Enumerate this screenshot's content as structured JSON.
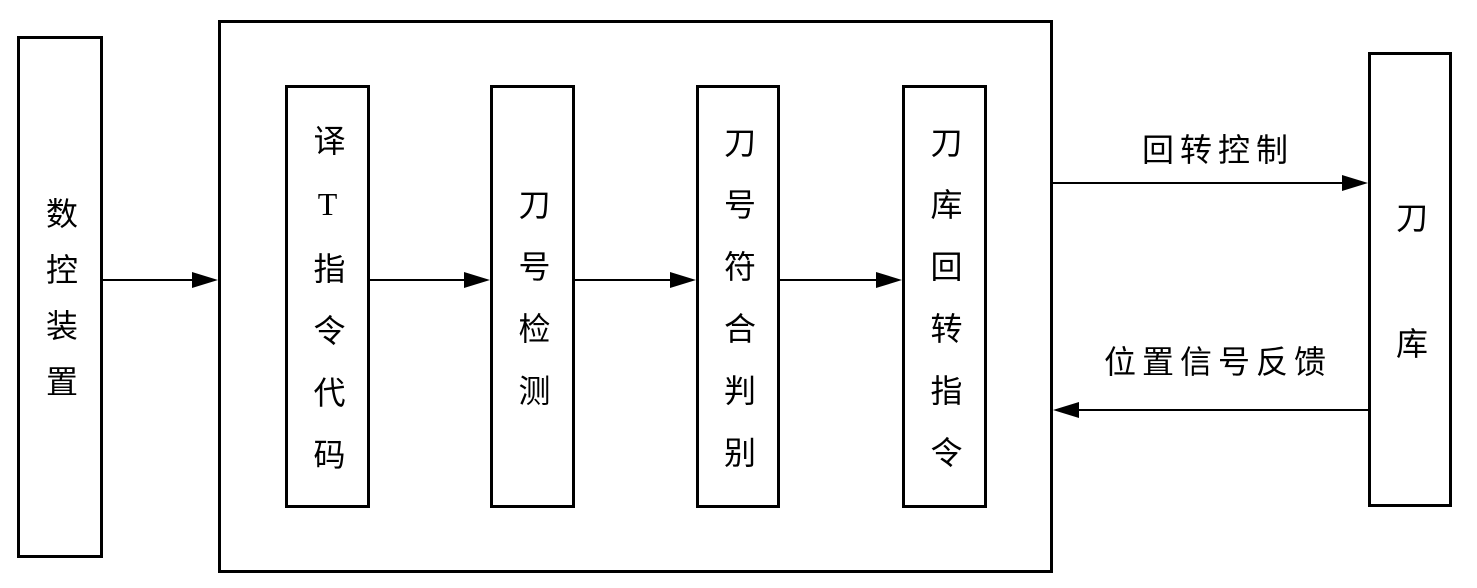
{
  "diagram": {
    "cnc_device_label": "数控装置",
    "stages": [
      {
        "label": "译T指令代码"
      },
      {
        "label": "刀号检测"
      },
      {
        "label": "刀号符合判别"
      },
      {
        "label": "刀库回转指令"
      }
    ],
    "tool_magazine_label": "刀库",
    "arrow_labels": {
      "rotation_control": "回转控制",
      "position_feedback": "位置信号反馈"
    },
    "colors": {
      "line": "#000000",
      "background": "#ffffff"
    }
  }
}
